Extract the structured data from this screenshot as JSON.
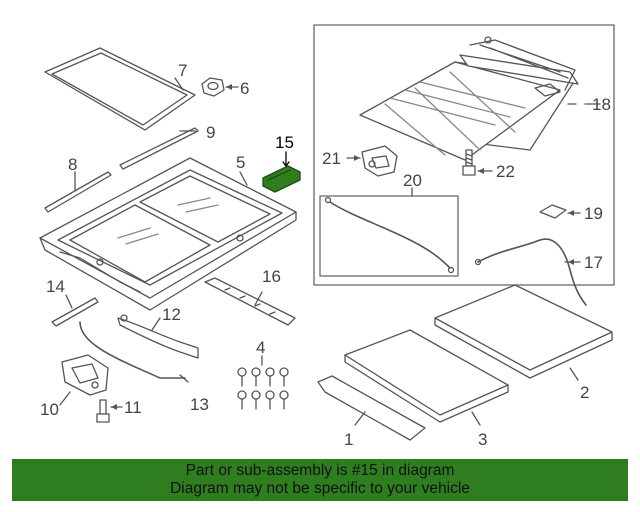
{
  "colors": {
    "line": "#555555",
    "highlight_fill": "#2e7d1f",
    "banner_bg": "#2e7d1f",
    "banner_text": "#111111"
  },
  "callouts": {
    "c1": "1",
    "c2": "2",
    "c3": "3",
    "c4": "4",
    "c5": "5",
    "c6": "6",
    "c7": "7",
    "c8": "8",
    "c9": "9",
    "c10": "10",
    "c11": "11",
    "c12": "12",
    "c13": "13",
    "c14": "14",
    "c15": "15",
    "c16": "16",
    "c17": "17",
    "c18": "18",
    "c19": "19",
    "c20": "20",
    "c21": "21",
    "c22": "22"
  },
  "highlighted_part": "15",
  "banner": {
    "line1": "Part or sub-assembly is #15 in diagram",
    "line2": "Diagram may not be specific to your vehicle"
  }
}
